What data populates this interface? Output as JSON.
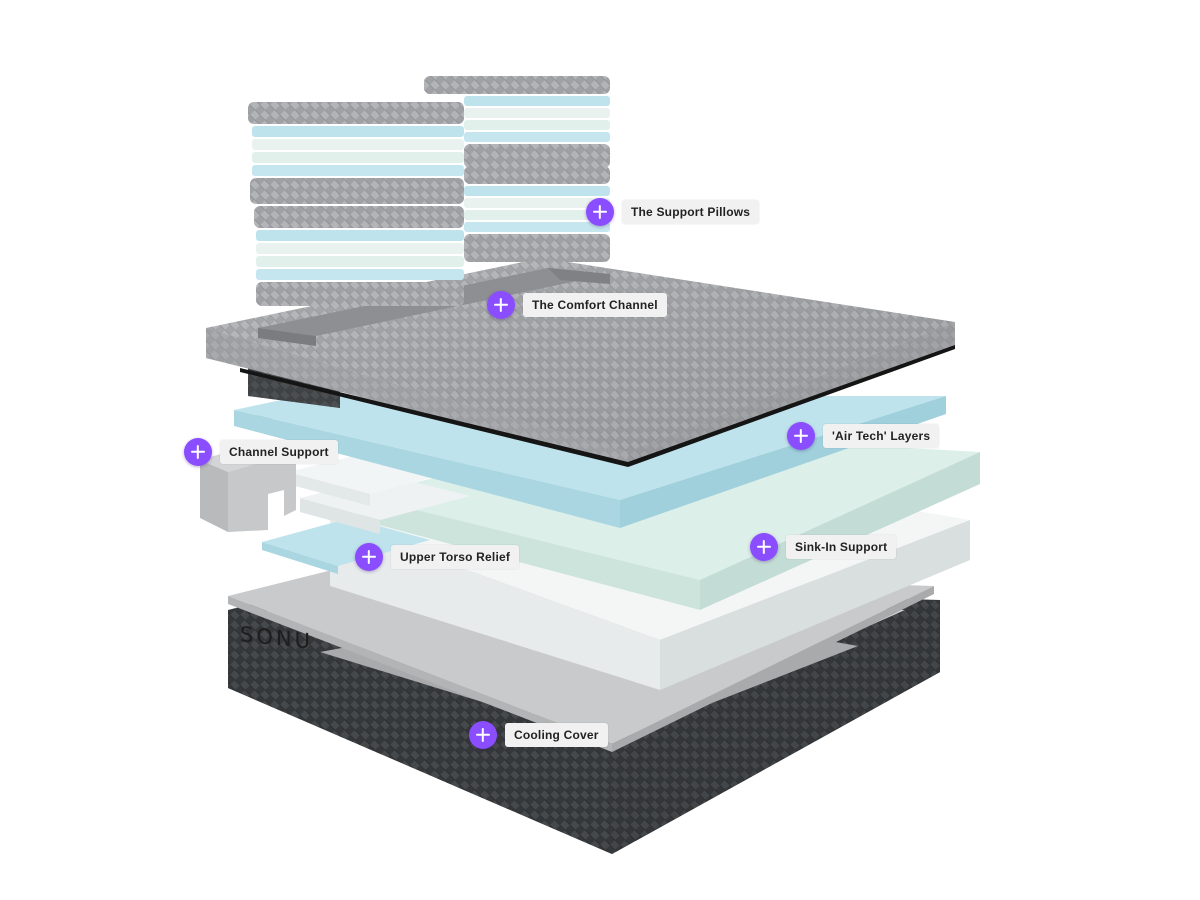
{
  "brand": "SONU",
  "colors": {
    "hotspot": "#8a4dff",
    "label_bg": "#f1f1f1",
    "cover_gray": "#a7a8ab",
    "base_dark": "#3b3e40",
    "air_tech_blue": "#bfe3ec",
    "mint": "#dcefe9",
    "white_foam": "#f4f6f6",
    "light_gray": "#c9cacb"
  },
  "hotspots": [
    {
      "id": "support-pillows",
      "label": "The Support Pillows"
    },
    {
      "id": "comfort-channel",
      "label": "The Comfort Channel"
    },
    {
      "id": "air-tech-layers",
      "label": "'Air Tech' Layers"
    },
    {
      "id": "channel-support",
      "label": "Channel Support"
    },
    {
      "id": "sink-in-support",
      "label": "Sink-In Support"
    },
    {
      "id": "upper-torso-relief",
      "label": "Upper Torso Relief"
    },
    {
      "id": "cooling-cover",
      "label": "Cooling Cover"
    }
  ]
}
